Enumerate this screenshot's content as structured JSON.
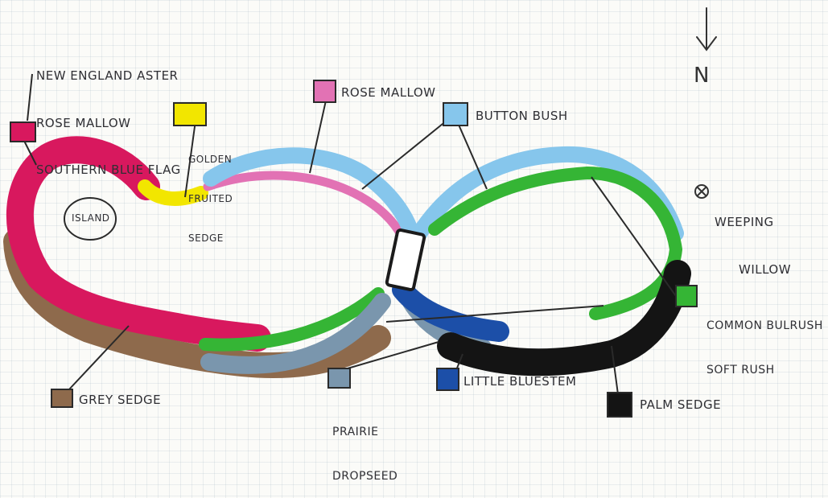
{
  "compass": {
    "label": "N"
  },
  "labels": {
    "nea_line1": "NEW ENGLAND ASTER",
    "nea_line2": "ROSE MALLOW",
    "nea_line3": "SOUTHERN BLUE FLAG",
    "golden_line1": "GOLDEN",
    "golden_line2": "FRUITED",
    "golden_line3": "SEDGE",
    "rose_mallow": "ROSE MALLOW",
    "button_bush": "BUTTON BUSH",
    "weeping_willow_line1": "WEEPING",
    "weeping_willow_line2": "WILLOW",
    "common_bulrush_line1": "COMMON BULRUSH",
    "common_bulrush_line2": "SOFT RUSH",
    "little_bluestem": "LITTLE BLUESTEM",
    "palm_sedge": "PALM SEDGE",
    "prairie_line1": "PRAIRIE",
    "prairie_line2": "DROPSEED",
    "grey_sedge": "GREY SEDGE",
    "island": "ISLAND"
  },
  "colors": {
    "magenta": "#d8185e",
    "yellow": "#f2e600",
    "pink": "#e272b4",
    "light_blue": "#86c6ec",
    "green": "#35b535",
    "blue": "#1c4fa8",
    "black": "#141414",
    "steel_grey": "#7a96ad",
    "brown": "#8e6a4c",
    "ink": "#2f2f34"
  }
}
